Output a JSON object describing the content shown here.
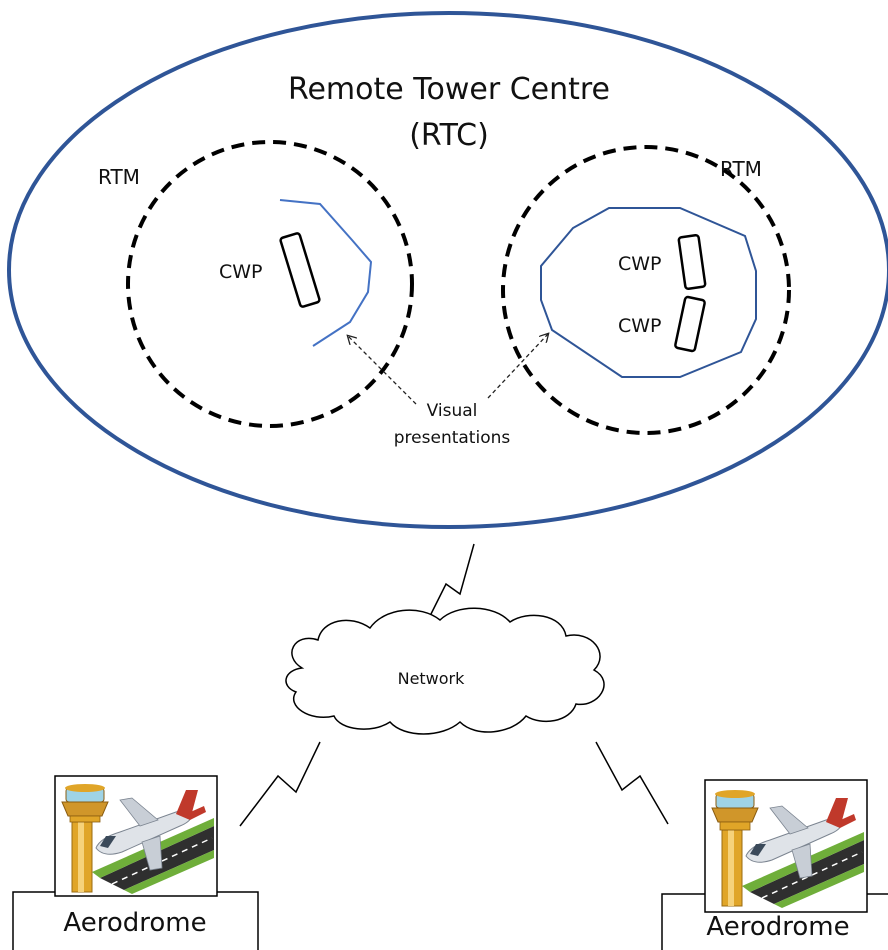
{
  "rtc": {
    "title_line1": "Remote Tower Centre",
    "title_line2": "(RTC)"
  },
  "rtm_left": {
    "label": "RTM",
    "cwp_label": "CWP"
  },
  "rtm_right": {
    "label": "RTM",
    "cwp_labels": [
      "CWP",
      "CWP"
    ]
  },
  "visual_presentations": {
    "line1": "Visual",
    "line2": "presentations"
  },
  "network": {
    "label": "Network"
  },
  "aerodromes": [
    {
      "label": "Aerodrome"
    },
    {
      "label": "Aerodrome"
    }
  ],
  "colors": {
    "rtc_outline": "#2f5597",
    "visual_outline": "#4472c4",
    "dashed_circle": "#000000"
  }
}
